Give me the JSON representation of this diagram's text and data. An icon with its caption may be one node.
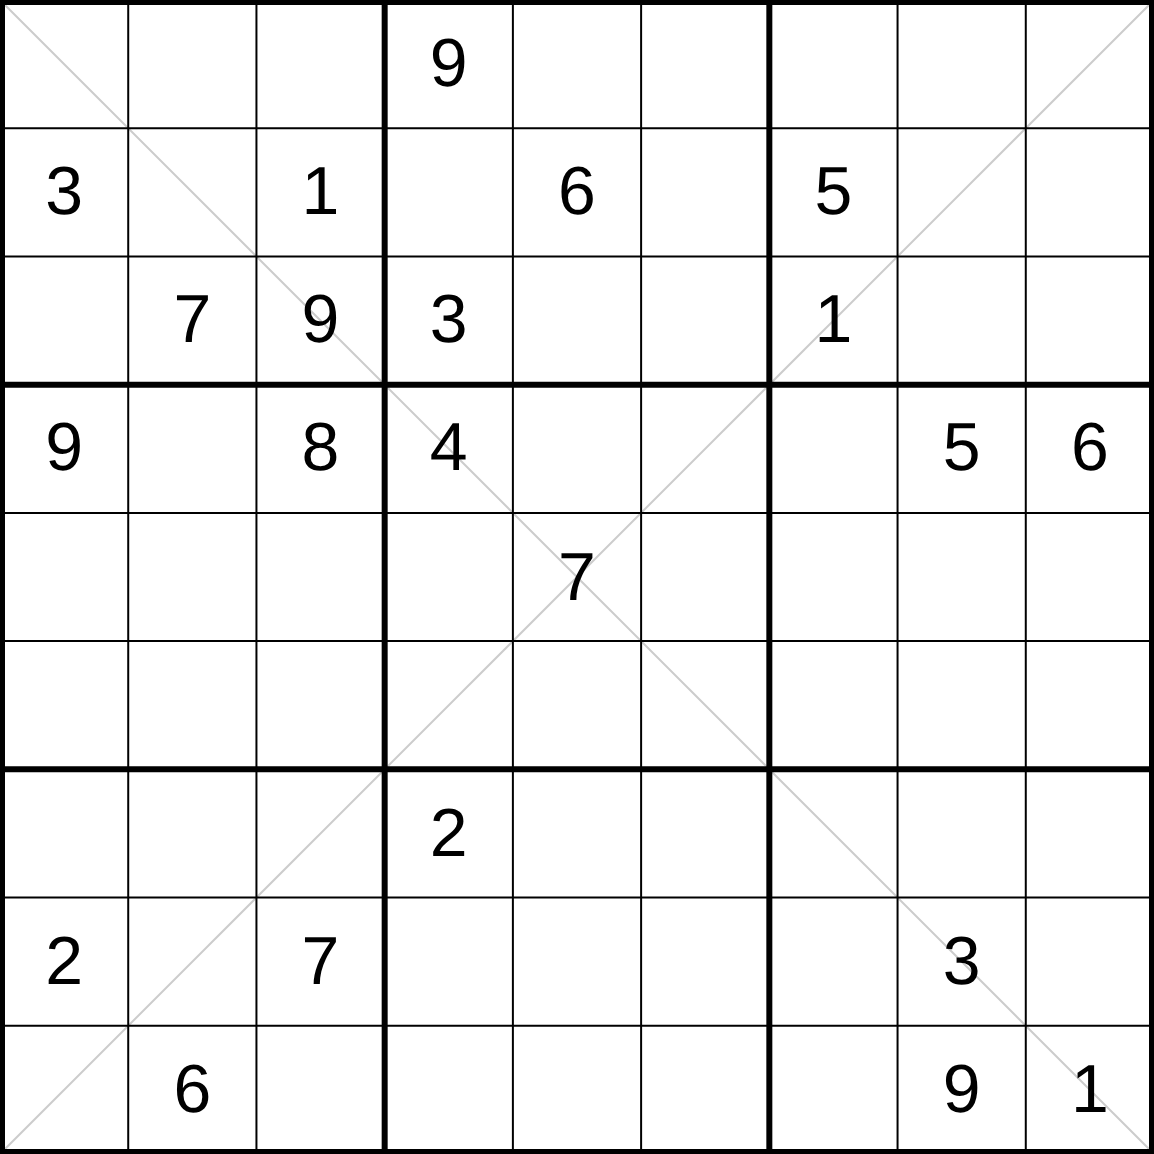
{
  "diagram": {
    "labels": [
      "9",
      "3",
      "1",
      "6",
      "5",
      "7",
      "9",
      "3",
      "1",
      "9",
      "8",
      "4",
      "5",
      "6",
      "7",
      "2",
      "2",
      "7",
      "3",
      "6",
      "9",
      "1"
    ]
  }
}
